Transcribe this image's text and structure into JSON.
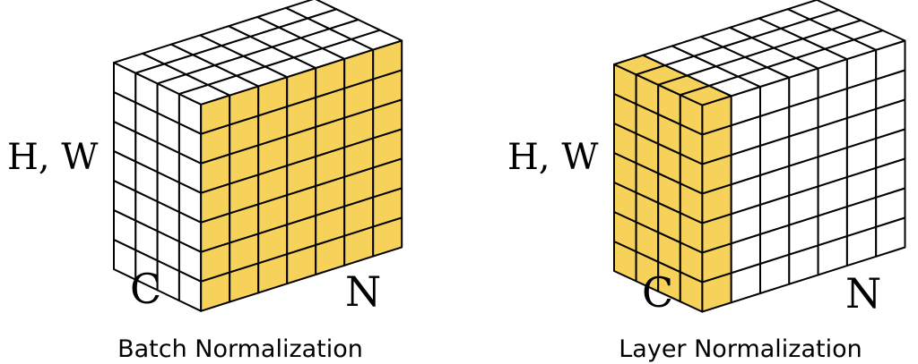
{
  "colors": {
    "highlight": "#f7d25b",
    "cell_fill": "#ffffff",
    "grid_line": "#000000",
    "background": "#ffffff"
  },
  "grid": {
    "rows": 7,
    "depth": 4,
    "columns": 7
  },
  "panels": [
    {
      "id": "batch",
      "caption": "Batch Normalization",
      "labels": {
        "hw": "H, W",
        "c": "C",
        "n": "N"
      },
      "highlight": {
        "left_face": "none",
        "front_face": "depth_slice_0",
        "top_face": "depth_row_0"
      }
    },
    {
      "id": "layer",
      "caption": "Layer Normalization",
      "labels": {
        "hw": "H, W",
        "c": "C",
        "n": "N"
      },
      "highlight": {
        "left_face": "all",
        "front_face": "column_0",
        "top_face": "column_0"
      }
    }
  ]
}
